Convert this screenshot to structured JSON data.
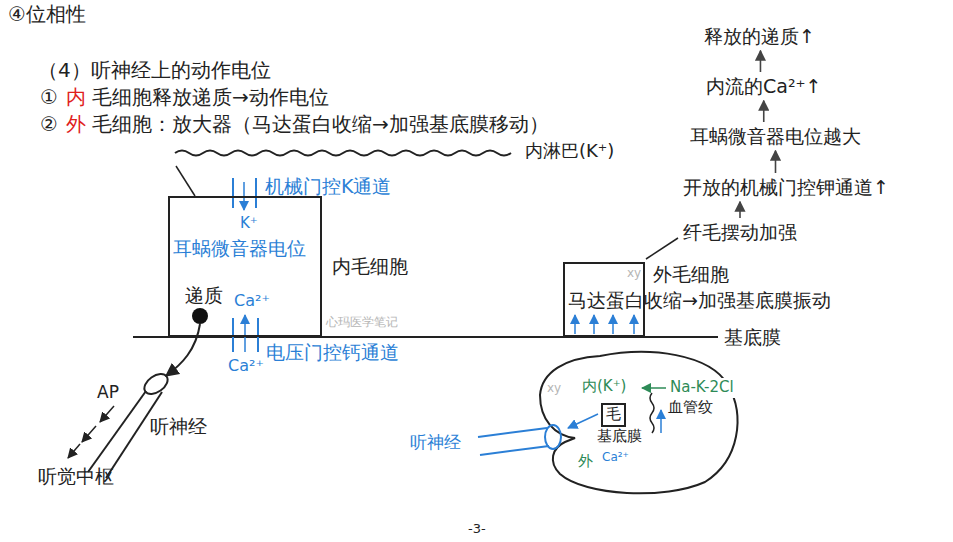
{
  "diagram": {
    "title": "（4）听神经上的动作电位",
    "nodes": [
      {
        "text": [
          "释放的递质↑"
        ]
      },
      {
        "text": [
          "内流的Ca²⁺↑"
        ]
      },
      {
        "text": [
          "耳蜗微音器电位越大"
        ]
      },
      {
        "text": [
          "开放的机械门控钾通道↑"
        ]
      },
      {
        "text": [
          "纤毛摆动加强"
        ]
      },
      {
        "text": [
          "内毛细胞",
          "耳蜗微音器电位",
          "K⁺",
          "递质",
          "Ca²⁺"
        ]
      },
      {
        "text": [
          "外毛细胞",
          "xy"
        ]
      },
      {
        "text": [
          "毛"
        ]
      }
    ],
    "edges": [
      {
        "from": 4,
        "to": 3,
        "arrow": "to"
      },
      {
        "from": 3,
        "to": 2,
        "arrow": "to"
      },
      {
        "from": 2,
        "to": 1,
        "arrow": "to"
      },
      {
        "from": 1,
        "to": 0,
        "arrow": "to"
      }
    ],
    "labels": [
      "④位相性",
      "①",
      "内",
      "毛细胞释放递质→动作电位",
      "②",
      "外",
      "毛细胞：放大器（马达蛋白收缩→加强基底膜移动）",
      "内淋巴(K⁺)",
      "机械门控K通道",
      "电压门控钙通道",
      "Ca²⁺",
      "基底膜",
      "心玛医学笔记",
      "马达蛋白收缩→加强基底膜振动",
      "AP",
      "听神经",
      "听觉中枢",
      "xy",
      "内(K⁺)",
      "Na-K-2Cl",
      "血管纹",
      "基底膜",
      "外",
      "Ca²⁺",
      "听神经",
      "-3-"
    ]
  }
}
